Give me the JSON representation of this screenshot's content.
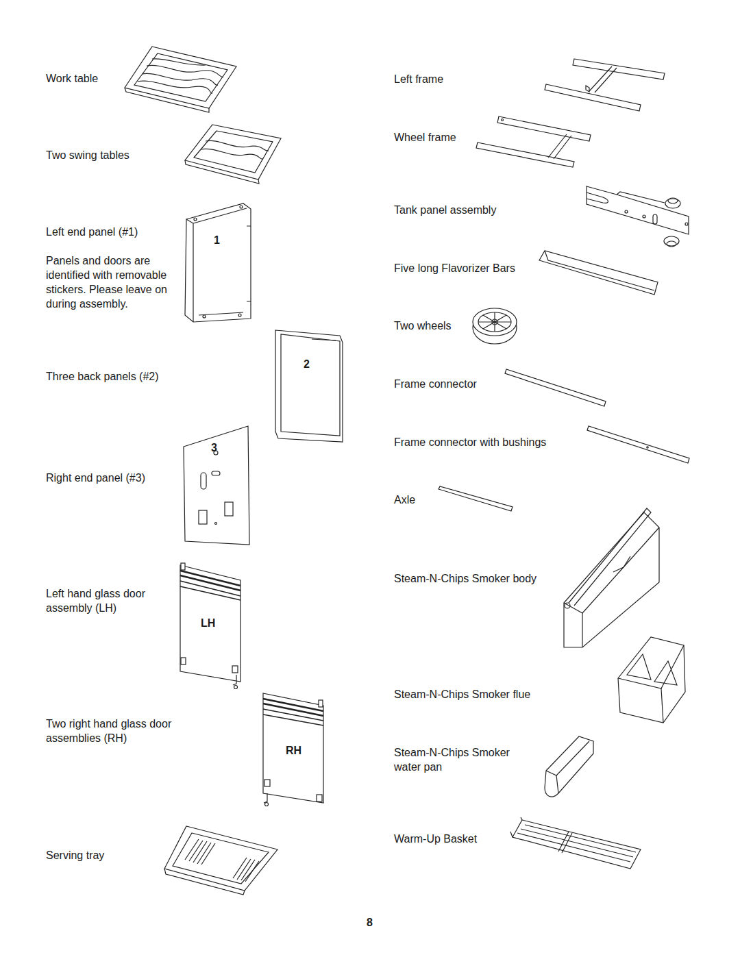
{
  "diagram": {
    "labels": [
      "Work table",
      "Two swing tables",
      "Left end panel (#1)",
      "Panels and doors are identified with removable stickers. Please leave on during assembly.",
      "1",
      "2",
      "Three back panels (#2)",
      "3",
      "Right end panel (#3)",
      "Left hand glass door assembly (LH)",
      "LH",
      "Two right hand glass door assemblies (RH)",
      "RH",
      "Serving tray",
      "Left frame",
      "Wheel frame",
      "Tank panel assembly",
      "Five long Flavorizer Bars",
      "Two wheels",
      "Frame connector",
      "Frame connector with bushings",
      "Axle",
      "Steam-N-Chips Smoker body",
      "Steam-N-Chips Smoker flue",
      "Steam-N-Chips Smoker water pan",
      "Warm-Up Basket",
      "8"
    ]
  }
}
